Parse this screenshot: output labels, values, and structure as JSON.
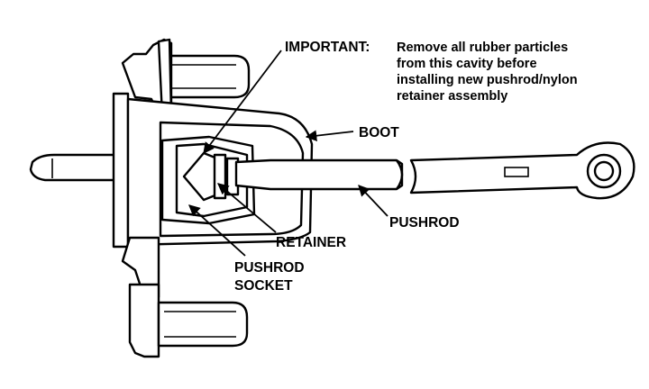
{
  "labels": {
    "important": "IMPORTANT:",
    "note_lines": [
      "Remove all rubber particles",
      "from this cavity before",
      "installing new pushrod/nylon",
      "retainer assembly"
    ],
    "boot": "BOOT",
    "pushrod": "PUSHROD",
    "retainer": "RETAINER",
    "pushrod_socket_line1": "PUSHROD",
    "pushrod_socket_line2": "SOCKET"
  },
  "colors": {
    "ink": "#000000",
    "paper": "#ffffff"
  }
}
